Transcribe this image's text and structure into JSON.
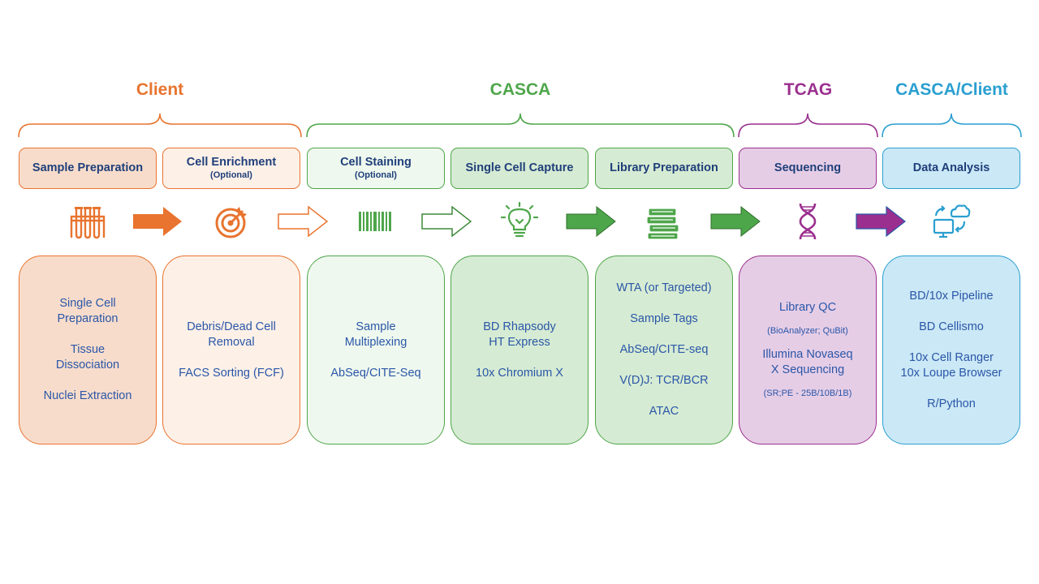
{
  "colors": {
    "client": "#e8742f",
    "casca": "#4ea64a",
    "tcag": "#9b2f8f",
    "casca_client": "#2a9fd0",
    "text_dark_blue": "#1f3f7a",
    "text_blue": "#2a57a8"
  },
  "groups": [
    {
      "label": "Client",
      "color": "#e8742f"
    },
    {
      "label": "CASCA",
      "color": "#4ea64a"
    },
    {
      "label": "TCAG",
      "color": "#9b2f8f"
    },
    {
      "label": "CASCA/Client",
      "color": "#2a9fd0"
    }
  ],
  "steps": [
    {
      "title": "Sample Preparation",
      "subtitle": "",
      "icon": "test-tubes-icon",
      "details": [
        {
          "text": "Single Cell\nPreparation"
        },
        {
          "text": "Tissue\nDissociation"
        },
        {
          "text": "Nuclei Extraction"
        }
      ]
    },
    {
      "title": "Cell Enrichment",
      "subtitle": "(Optional)",
      "icon": "target-icon",
      "details": [
        {
          "text": "Debris/Dead Cell\nRemoval"
        },
        {
          "text": "FACS Sorting (FCF)"
        }
      ]
    },
    {
      "title": "Cell Staining",
      "subtitle": "(Optional)",
      "icon": "barcode-icon",
      "details": [
        {
          "text": "Sample\nMultiplexing"
        },
        {
          "text": "AbSeq/CITE-Seq"
        }
      ]
    },
    {
      "title": "Single Cell Capture",
      "subtitle": "",
      "icon": "lightbulb-icon",
      "details": [
        {
          "text": "BD Rhapsody\nHT Express"
        },
        {
          "text": "10x Chromium X"
        }
      ]
    },
    {
      "title": "Library Preparation",
      "subtitle": "",
      "icon": "books-icon",
      "details": [
        {
          "text": "WTA (or Targeted)"
        },
        {
          "text": "Sample Tags"
        },
        {
          "text": "AbSeq/CITE-seq"
        },
        {
          "text": "V(D)J: TCR/BCR"
        },
        {
          "text": "ATAC"
        }
      ]
    },
    {
      "title": "Sequencing",
      "subtitle": "",
      "icon": "dna-icon",
      "details": [
        {
          "text": "Library QC"
        },
        {
          "text": "(BioAnalyzer; QuBit)",
          "small": true
        },
        {
          "text": "Illumina Novaseq\nX Sequencing"
        },
        {
          "text": "(SR;PE - 25B/10B/1B)",
          "small": true
        }
      ]
    },
    {
      "title": "Data Analysis",
      "subtitle": "",
      "icon": "cloud-computer-icon",
      "details": [
        {
          "text": "BD/10x Pipeline"
        },
        {
          "text": "BD Cellismo"
        },
        {
          "text": "10x Cell Ranger\n10x Loupe Browser"
        },
        {
          "text": "R/Python"
        }
      ]
    }
  ]
}
